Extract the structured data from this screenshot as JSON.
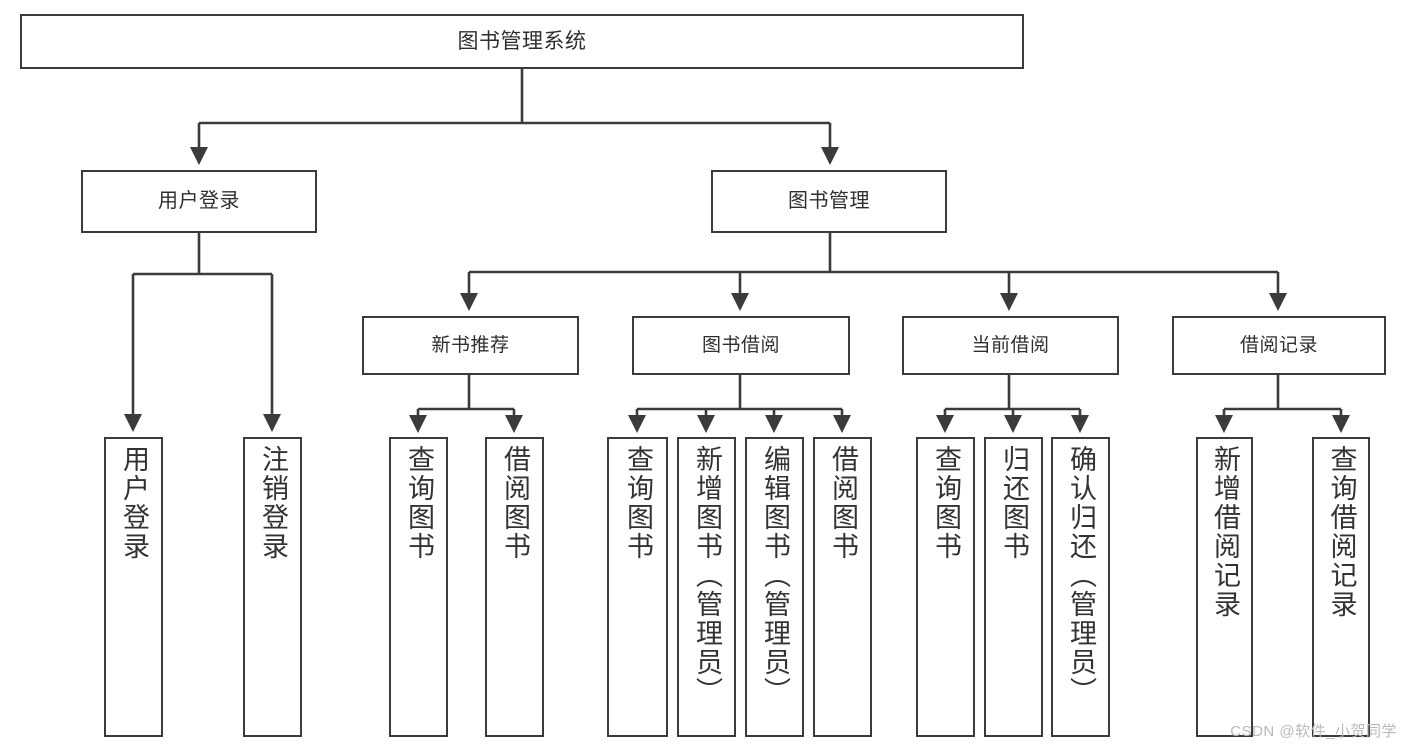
{
  "diagram": {
    "title": "图书管理系统",
    "watermark": "CSDN @软件_小贺同学",
    "colors": {
      "background": "#ffffff",
      "box_border": "#3b3b3b",
      "text": "#2f2f2f",
      "connector": "#3b3b3b",
      "watermark": "#b9b9b9"
    },
    "root": {
      "label": "图书管理系统"
    },
    "level2": [
      {
        "id": "user-login",
        "label": "用户登录"
      },
      {
        "id": "book-mgmt",
        "label": "图书管理"
      }
    ],
    "level3": [
      {
        "id": "new-book-rec",
        "label": "新书推荐"
      },
      {
        "id": "book-borrow",
        "label": "图书借阅"
      },
      {
        "id": "current-loan",
        "label": "当前借阅"
      },
      {
        "id": "loan-record",
        "label": "借阅记录"
      }
    ],
    "leaves": [
      {
        "id": "leaf-user-login",
        "label": "用户登录",
        "parent": "user-login"
      },
      {
        "id": "leaf-user-logout",
        "label": "注销登录",
        "parent": "user-login"
      },
      {
        "id": "leaf-query-book-1",
        "label": "查询图书",
        "parent": "new-book-rec"
      },
      {
        "id": "leaf-borrow-book-1",
        "label": "借阅图书",
        "parent": "new-book-rec"
      },
      {
        "id": "leaf-query-book-2",
        "label": "查询图书",
        "parent": "book-borrow"
      },
      {
        "id": "leaf-add-book",
        "label": "新增图书（管理员）",
        "parent": "book-borrow"
      },
      {
        "id": "leaf-edit-book",
        "label": "编辑图书（管理员）",
        "parent": "book-borrow"
      },
      {
        "id": "leaf-borrow-book-2",
        "label": "借阅图书",
        "parent": "book-borrow"
      },
      {
        "id": "leaf-query-book-3",
        "label": "查询图书",
        "parent": "current-loan"
      },
      {
        "id": "leaf-return-book",
        "label": "归还图书",
        "parent": "current-loan"
      },
      {
        "id": "leaf-confirm-return",
        "label": "确认归还（管理员）",
        "parent": "current-loan"
      },
      {
        "id": "leaf-add-loan-record",
        "label": "新增借阅记录",
        "parent": "loan-record"
      },
      {
        "id": "leaf-query-loan-record",
        "label": "查询借阅记录",
        "parent": "loan-record"
      }
    ]
  }
}
